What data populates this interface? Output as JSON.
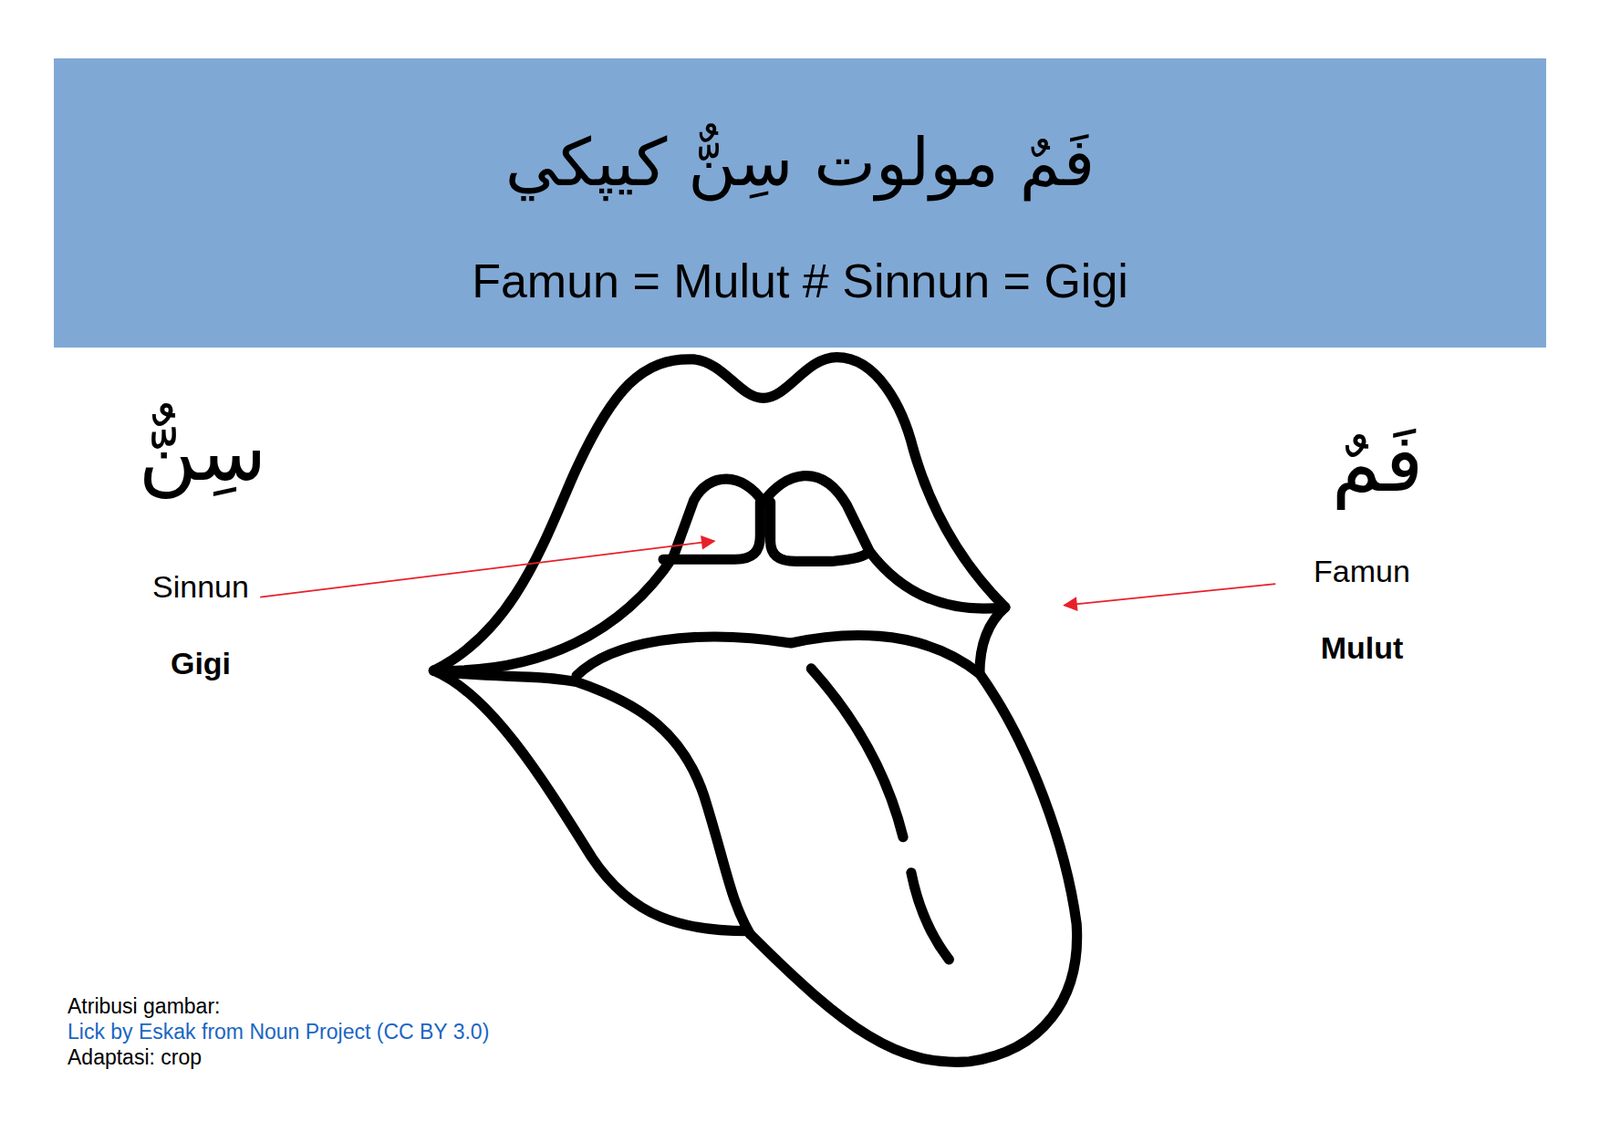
{
  "diagram": {
    "title": "فَمٌ مولوت سِنٌّ کيپکي",
    "labels": [
      "Famun = Mulut # Sinnun = Gigi",
      "سِنٌّ",
      "Sinnun",
      "Gigi",
      "فَمٌ",
      "Famun",
      "Mulut",
      "Atribusi gambar:",
      "Lick by Eskak from Noun Project (CC BY 3.0)",
      "Adaptasi: crop"
    ]
  }
}
